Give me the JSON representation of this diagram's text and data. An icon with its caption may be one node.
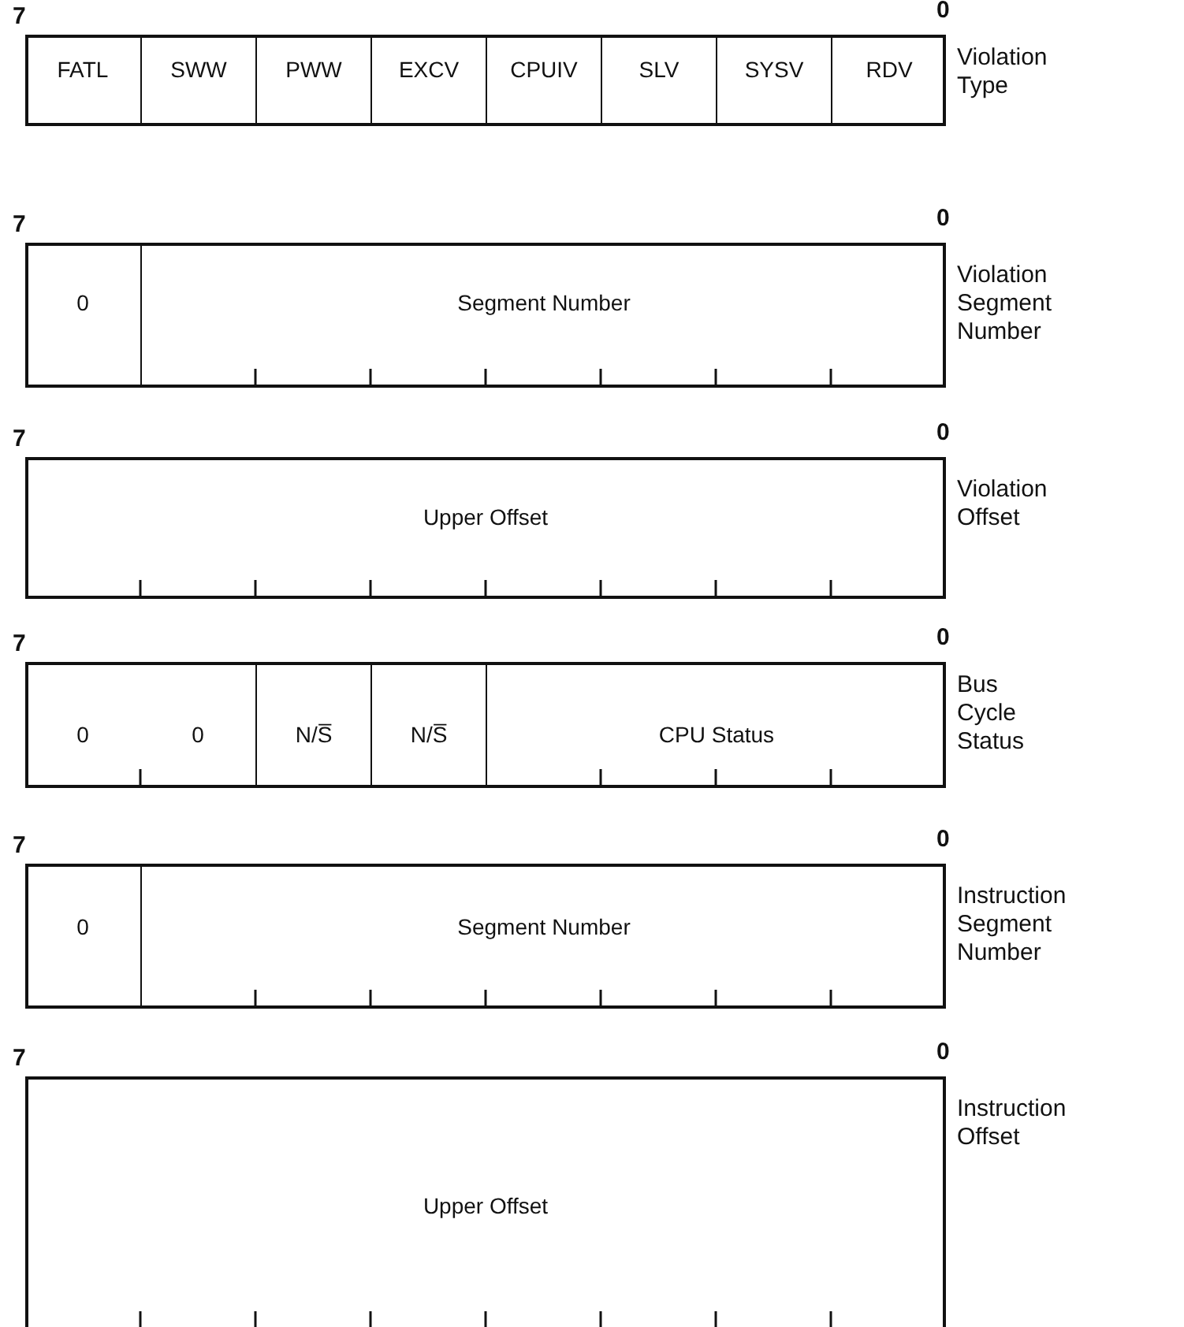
{
  "diagram": {
    "nodes": [
      {
        "text": [],
        "shape": "box",
        "beside": [
          "Violation Type"
        ]
      },
      {
        "text": [
          "FATL"
        ],
        "in": 0
      },
      {
        "text": [
          "SWW"
        ],
        "in": 0
      },
      {
        "text": [
          "PWW"
        ],
        "in": 0
      },
      {
        "text": [
          "EXCV"
        ],
        "in": 0
      },
      {
        "text": [
          "CPUIV"
        ],
        "in": 0
      },
      {
        "text": [
          "SLV"
        ],
        "in": 0
      },
      {
        "text": [
          "SYSV"
        ],
        "in": 0
      },
      {
        "text": [
          "RDV"
        ],
        "in": 0
      },
      {
        "text": [],
        "shape": "box",
        "beside": [
          "Violation Segment Number"
        ]
      },
      {
        "text": [
          "0"
        ],
        "in": 9
      },
      {
        "text": [
          "Segment Number"
        ],
        "in": 9
      },
      {
        "text": [],
        "shape": "box",
        "beside": [
          "Violation Offset"
        ]
      },
      {
        "text": [
          "Upper Offset"
        ],
        "in": 12
      },
      {
        "text": [],
        "shape": "box",
        "beside": [
          "Bus Cycle Status"
        ]
      },
      {
        "text": [
          "0"
        ],
        "in": 14
      },
      {
        "text": [
          "0"
        ],
        "in": 14
      },
      {
        "text": [
          "N/S̅"
        ],
        "in": 14
      },
      {
        "text": [
          "N/S̅"
        ],
        "in": 14
      },
      {
        "text": [
          "CPU Status"
        ],
        "in": 14
      },
      {
        "text": [],
        "shape": "box",
        "beside": [
          "Instruction Segment Number"
        ]
      },
      {
        "text": [
          "0"
        ],
        "in": 20
      },
      {
        "text": [
          "Segment Number"
        ],
        "in": 20
      },
      {
        "text": [],
        "shape": "box",
        "beside": [
          "Instruction Offset"
        ]
      },
      {
        "text": [
          "Upper Offset"
        ],
        "in": 23
      }
    ],
    "labels": [
      "7",
      "0",
      "7",
      "0",
      "7",
      "0",
      "7",
      "0",
      "7",
      "0",
      "7",
      "0"
    ]
  }
}
